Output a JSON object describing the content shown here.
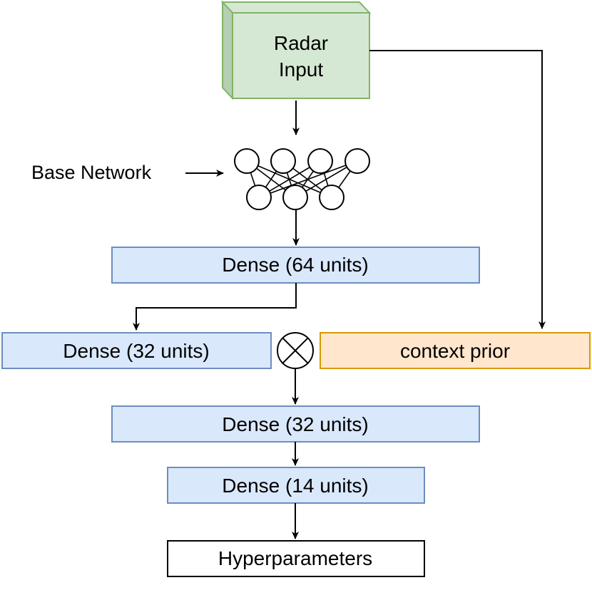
{
  "nodes": {
    "radar_input": {
      "line1": "Radar",
      "line2": "Input"
    },
    "base_network": {
      "label": "Base Network"
    },
    "dense_64": {
      "label": "Dense (64 units)"
    },
    "dense_32_left": {
      "label": "Dense (32 units)"
    },
    "context_prior": {
      "label": "context prior"
    },
    "dense_32_merge": {
      "label": "Dense (32 units)"
    },
    "dense_14": {
      "label": "Dense (14 units)"
    },
    "hyperparameters": {
      "label": "Hyperparameters"
    }
  },
  "operators": {
    "multiply": {
      "icon": "multiply-circle-icon"
    }
  },
  "colors": {
    "input_fill": "#d5e8d4",
    "input_stroke": "#82b366",
    "dense_fill": "#dae8fc",
    "dense_stroke": "#6c8ebf",
    "prior_fill": "#ffe6cc",
    "prior_stroke": "#d79b00",
    "line": "#000000"
  }
}
